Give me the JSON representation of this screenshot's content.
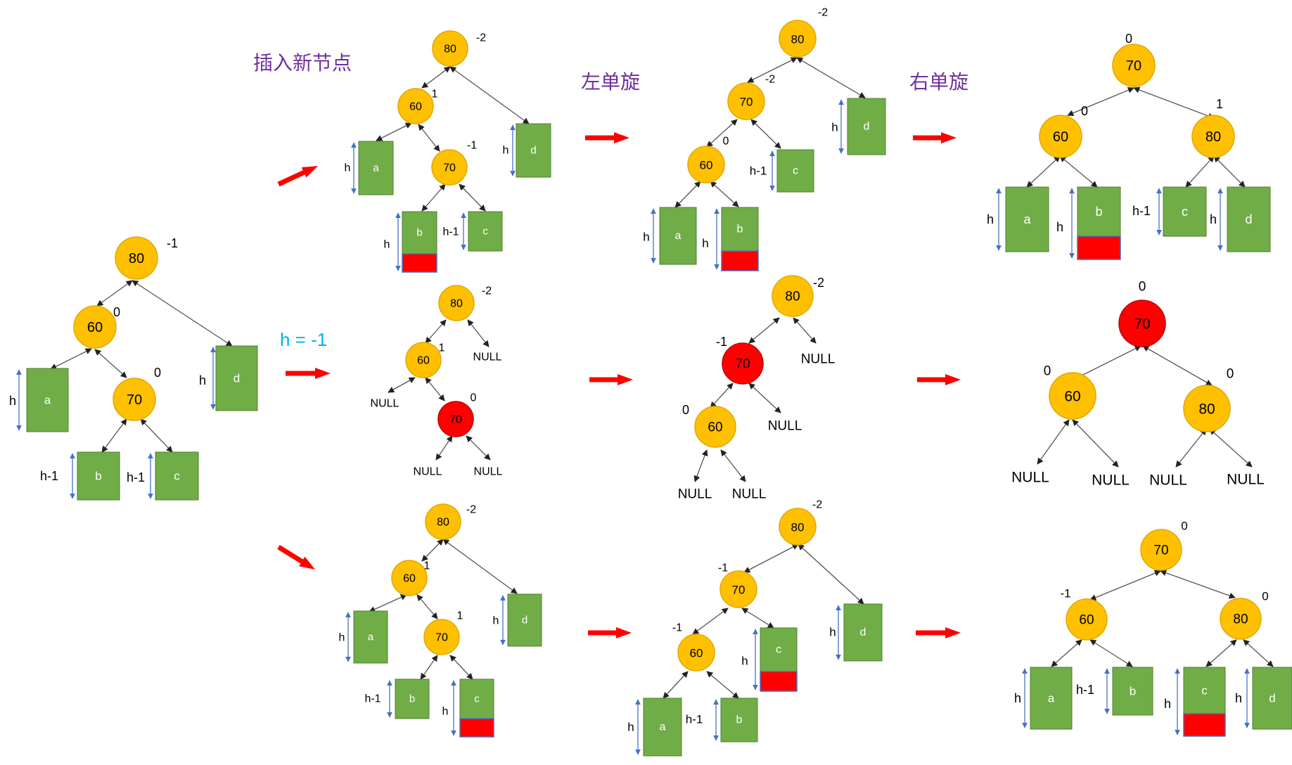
{
  "headings": {
    "insert": "插入新节点",
    "rotate_left": "左单旋",
    "rotate_right": "右单旋",
    "h_case": "h = -1"
  },
  "colors": {
    "node_fill": "#ffc000",
    "node_stroke": "#e0a800",
    "new_node_fill": "#ff0000",
    "subtree_fill": "#70ad47",
    "subtree_stroke": "#507e32",
    "inserted_fill": "#ff0000",
    "arrow": "#ff0000",
    "height_bracket": "#4472c4",
    "edge": "#555555"
  },
  "trees": [
    {
      "id": "initial",
      "nodes": [
        {
          "v": "80",
          "bf": "-1"
        },
        {
          "v": "60",
          "bf": "0"
        },
        {
          "v": "70",
          "bf": "0"
        }
      ],
      "subtrees": [
        {
          "n": "a",
          "h": "h"
        },
        {
          "n": "b",
          "h": "h-1"
        },
        {
          "n": "c",
          "h": "h-1"
        },
        {
          "n": "d",
          "h": "h"
        }
      ]
    },
    {
      "id": "case1-insert",
      "nodes": [
        {
          "v": "80",
          "bf": "-2"
        },
        {
          "v": "60",
          "bf": "1"
        },
        {
          "v": "70",
          "bf": "-1"
        }
      ],
      "subtrees": [
        {
          "n": "a",
          "h": "h"
        },
        {
          "n": "b",
          "h": "h"
        },
        {
          "n": "c",
          "h": "h-1"
        },
        {
          "n": "d",
          "h": "h"
        }
      ]
    },
    {
      "id": "case1-left",
      "nodes": [
        {
          "v": "80",
          "bf": "-2"
        },
        {
          "v": "70",
          "bf": "-2"
        },
        {
          "v": "60",
          "bf": "0"
        }
      ],
      "subtrees": [
        {
          "n": "a",
          "h": "h"
        },
        {
          "n": "b",
          "h": "h"
        },
        {
          "n": "c",
          "h": "h-1"
        },
        {
          "n": "d",
          "h": "h"
        }
      ]
    },
    {
      "id": "case1-right",
      "nodes": [
        {
          "v": "70",
          "bf": "0"
        },
        {
          "v": "60",
          "bf": "0"
        },
        {
          "v": "80",
          "bf": "1"
        }
      ],
      "subtrees": [
        {
          "n": "a",
          "h": "h"
        },
        {
          "n": "b",
          "h": "h"
        },
        {
          "n": "c",
          "h": "h-1"
        },
        {
          "n": "d",
          "h": "h"
        }
      ]
    },
    {
      "id": "case2-insert",
      "nodes": [
        {
          "v": "80",
          "bf": "-2"
        },
        {
          "v": "60",
          "bf": "1"
        },
        {
          "v": "70",
          "bf": "0"
        }
      ],
      "nulls": [
        "NULL",
        "NULL",
        "NULL",
        "NULL"
      ]
    },
    {
      "id": "case2-left",
      "nodes": [
        {
          "v": "80",
          "bf": "-2"
        },
        {
          "v": "70",
          "bf": "-1"
        },
        {
          "v": "60",
          "bf": "0"
        }
      ],
      "nulls": [
        "NULL",
        "NULL",
        "NULL",
        "NULL"
      ]
    },
    {
      "id": "case2-right",
      "nodes": [
        {
          "v": "70",
          "bf": "0"
        },
        {
          "v": "60",
          "bf": "0"
        },
        {
          "v": "80",
          "bf": "0"
        }
      ],
      "nulls": [
        "NULL",
        "NULL",
        "NULL",
        "NULL"
      ]
    },
    {
      "id": "case3-insert",
      "nodes": [
        {
          "v": "80",
          "bf": "-2"
        },
        {
          "v": "60",
          "bf": "1"
        },
        {
          "v": "70",
          "bf": "1"
        }
      ],
      "subtrees": [
        {
          "n": "a",
          "h": "h"
        },
        {
          "n": "b",
          "h": "h-1"
        },
        {
          "n": "c",
          "h": "h"
        },
        {
          "n": "d",
          "h": "h"
        }
      ]
    },
    {
      "id": "case3-left",
      "nodes": [
        {
          "v": "80",
          "bf": "-2"
        },
        {
          "v": "70",
          "bf": "-1"
        },
        {
          "v": "60",
          "bf": "-1"
        }
      ],
      "subtrees": [
        {
          "n": "a",
          "h": "h"
        },
        {
          "n": "b",
          "h": "h-1"
        },
        {
          "n": "c",
          "h": "h"
        },
        {
          "n": "d",
          "h": "h"
        }
      ]
    },
    {
      "id": "case3-right",
      "nodes": [
        {
          "v": "70",
          "bf": "0"
        },
        {
          "v": "60",
          "bf": "-1"
        },
        {
          "v": "80",
          "bf": "0"
        }
      ],
      "subtrees": [
        {
          "n": "a",
          "h": "h"
        },
        {
          "n": "b",
          "h": "h-1"
        },
        {
          "n": "c",
          "h": "h"
        },
        {
          "n": "d",
          "h": "h"
        }
      ]
    }
  ]
}
